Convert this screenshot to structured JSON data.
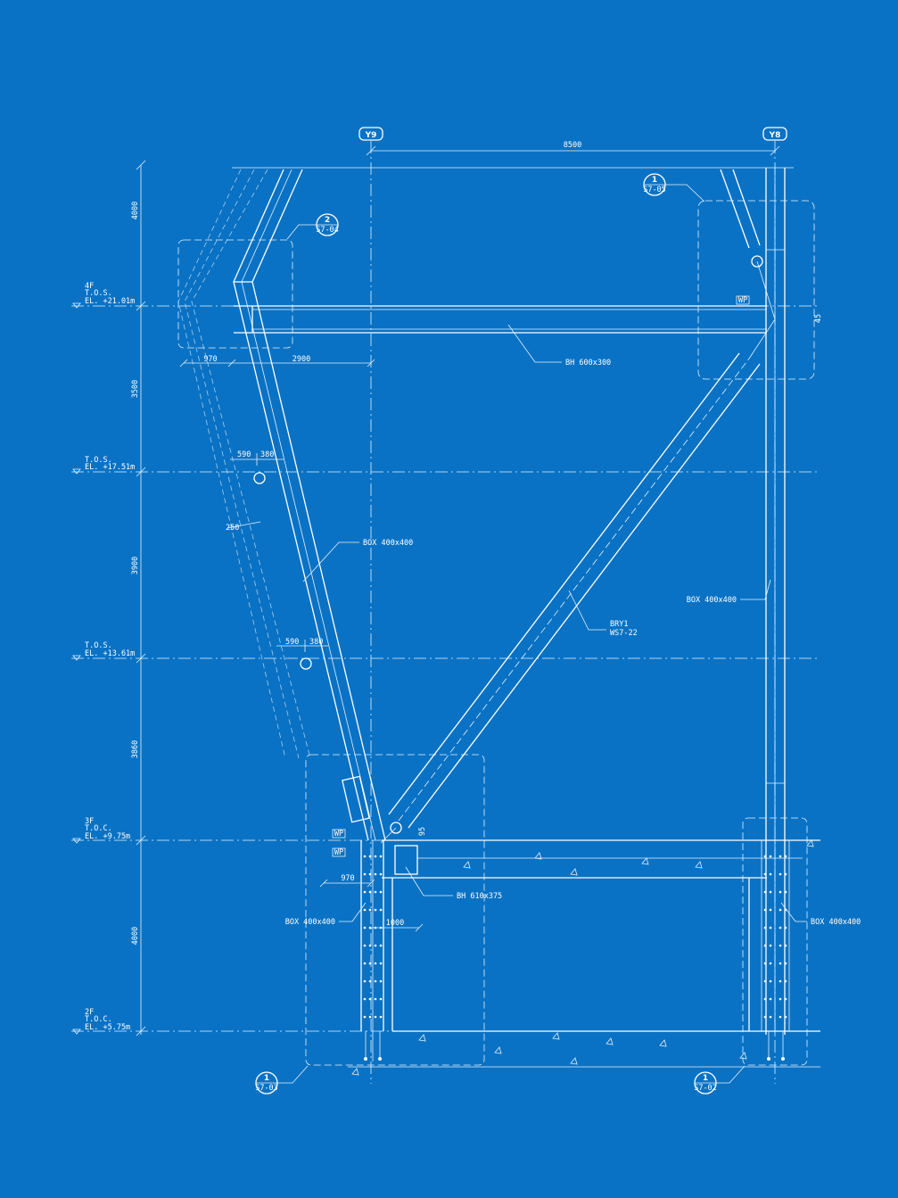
{
  "grids": {
    "y9": "Y9",
    "y8": "Y8",
    "span": "8500"
  },
  "levels": [
    {
      "floor": "4F",
      "ref": "T.O.S.",
      "el": "EL. +21.01m"
    },
    {
      "floor": "",
      "ref": "T.O.S.",
      "el": "EL. +17.51m"
    },
    {
      "floor": "",
      "ref": "T.O.S.",
      "el": "EL. +13.61m"
    },
    {
      "floor": "3F",
      "ref": "T.O.C.",
      "el": "EL. +9.75m"
    },
    {
      "floor": "2F",
      "ref": "T.O.C.",
      "el": "EL. +5.75m"
    }
  ],
  "vertical_dims": [
    "4000",
    "3500",
    "3900",
    "3860",
    "4000"
  ],
  "dims": {
    "d970_top": "970",
    "d2900": "2900",
    "d590_a": "590",
    "d380_a": "380",
    "d250": "250",
    "d590_b": "590",
    "d380_b": "380",
    "d970_bot": "970",
    "d1000": "1000",
    "d95": "95",
    "d45": "45"
  },
  "labels": {
    "beam_top": "BH 600x300",
    "box_inclined": "BOX 400x400",
    "brace_line1": "BRY1",
    "brace_line2": "WS7-22",
    "box_right": "BOX 400x400",
    "beam_bottom": "BH 610x375",
    "box_col_left": "BOX 400x400",
    "box_col_right": "BOX 400x400",
    "wp": "WP"
  },
  "callouts": [
    {
      "num": "1",
      "sheet": "S7-05"
    },
    {
      "num": "2",
      "sheet": "S7-04"
    },
    {
      "num": "1",
      "sheet": "S7-03"
    },
    {
      "num": "1",
      "sheet": "S7-02"
    }
  ]
}
